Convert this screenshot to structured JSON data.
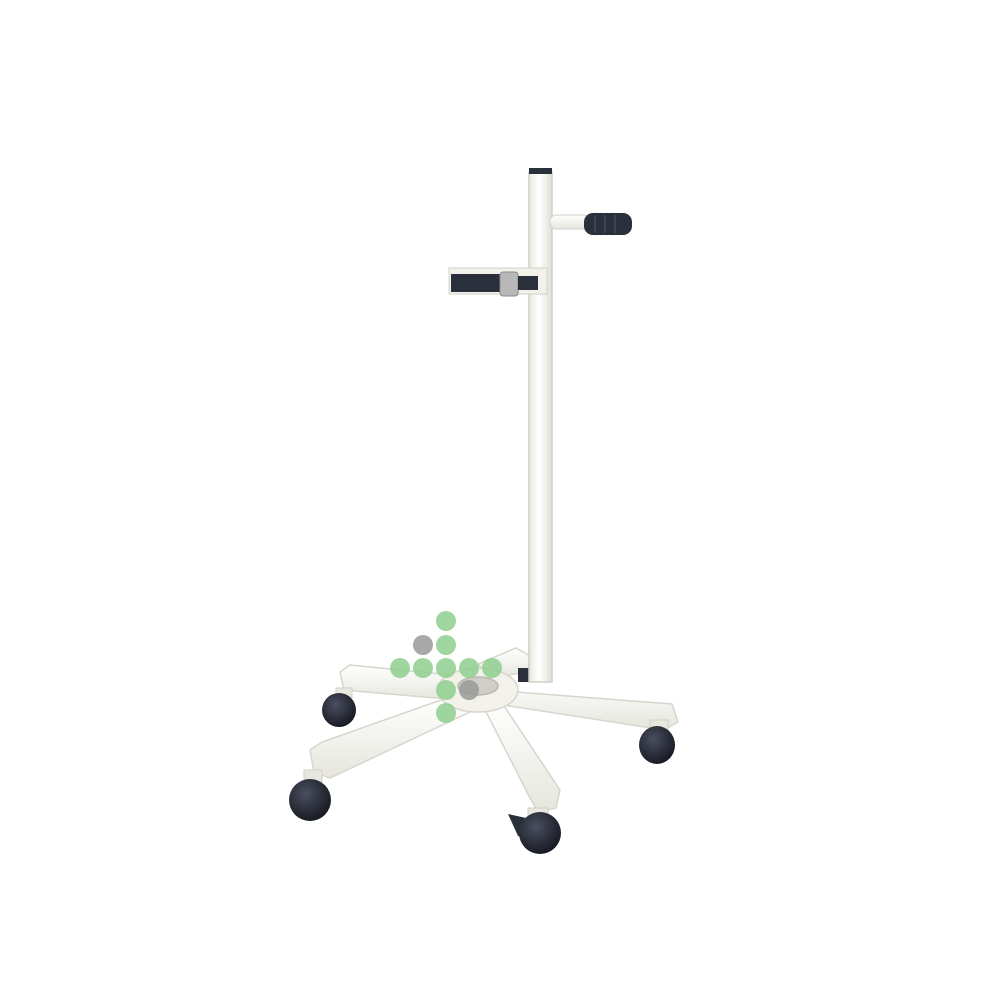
{
  "scene": {
    "subject": "mobile stand",
    "background_color": "#ffffff",
    "frame_color": "#f4f4ef",
    "frame_edge_color": "#dcdcd4",
    "grip_color": "#2a2f3c",
    "wheel_color": "#1f2230",
    "caster_count": 5
  },
  "watermark": {
    "icon": "dot-cross-watermark",
    "green_color": "#8fcf8f",
    "gray_color": "#9a9a9a"
  }
}
